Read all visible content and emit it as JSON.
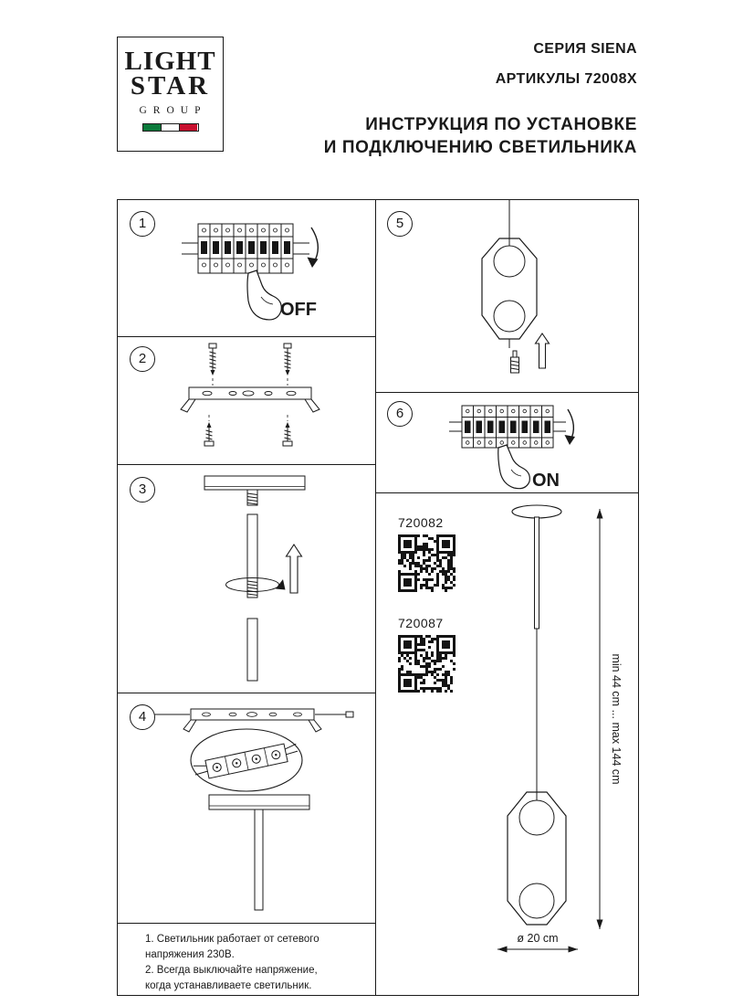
{
  "page": {
    "background": "#ffffff",
    "ink": "#1a1a1a"
  },
  "logo": {
    "word1": "LIGHT",
    "word2": "STAR",
    "word3": "GROUP",
    "flag_colors": [
      "#0b7a3b",
      "#ffffff",
      "#c8102e"
    ]
  },
  "header": {
    "series": "СЕРИЯ SIENA",
    "articles": "АРТИКУЛЫ 72008X",
    "title_line1": "ИНСТРУКЦИЯ ПО УСТАНОВКЕ",
    "title_line2": "И ПОДКЛЮЧЕНИЮ СВЕТИЛЬНИКА"
  },
  "steps": {
    "s1": {
      "number": "1",
      "label": "OFF"
    },
    "s2": {
      "number": "2"
    },
    "s3": {
      "number": "3"
    },
    "s4": {
      "number": "4"
    },
    "s5": {
      "number": "5"
    },
    "s6": {
      "number": "6",
      "label": "ON"
    }
  },
  "products": {
    "code1": "720082",
    "code2": "720087"
  },
  "dimensions": {
    "height_range": "min 44 cm ... max 144 cm",
    "diameter": "ø 20 cm"
  },
  "notes": {
    "line1": "1. Светильник работает от сетевого напряжения 230В.",
    "line2": "2. Всегда выключайте напряжение,",
    "line3": "когда устанавливаете светильник."
  }
}
